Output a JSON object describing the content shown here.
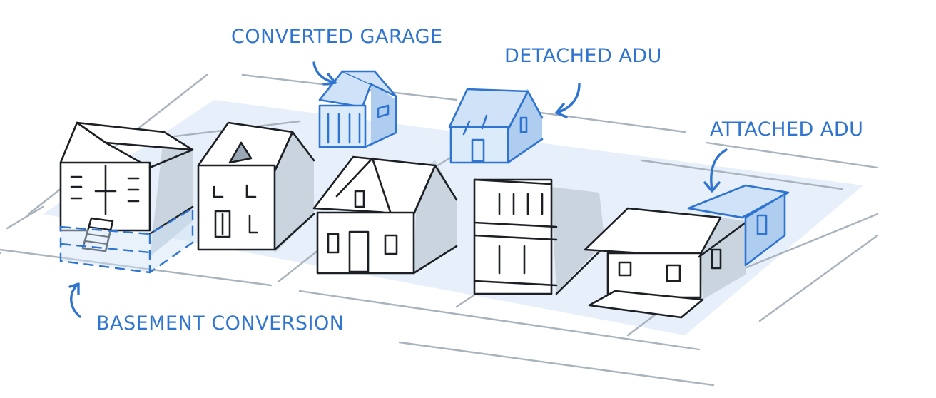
{
  "labels": {
    "converted_garage": "CONVERTED GARAGE",
    "detached_adu": "DETACHED ADU",
    "attached_adu": "ATTACHED ADU",
    "basement_conversion": "BASEMENT CONVERSION"
  },
  "colors": {
    "accent": "#2f74d0",
    "accent_fill": "#cfe2f7",
    "shadow": "#c9d4de",
    "ground": "#e7f0fa",
    "ink": "#1c1f24",
    "street": "#a9b3bd"
  }
}
